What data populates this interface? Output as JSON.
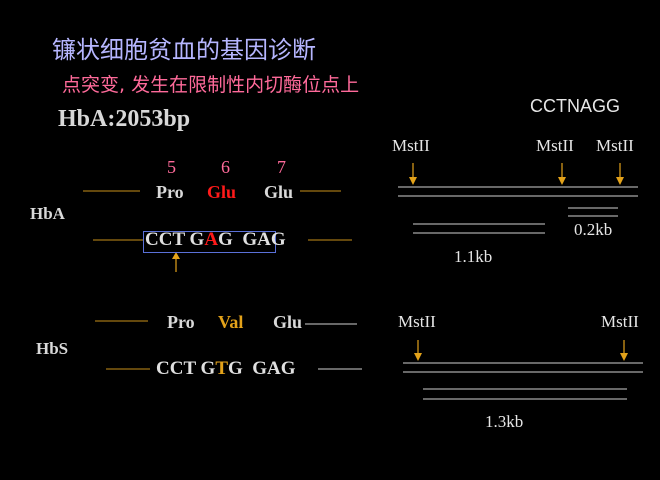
{
  "title": "镰状细胞贫血的基因诊断",
  "subtitle": "点突变, 发生在限制性内切酶位点上",
  "hba_size": "HbA:2053bp",
  "recognition_site": "CCTNAGG",
  "codon_numbers": [
    "5",
    "6",
    "7"
  ],
  "hba": {
    "label": "HbA",
    "aa": [
      "Pro",
      "Glu",
      "Glu"
    ],
    "seq": {
      "c1": "CCT",
      "c2a": "G",
      "c2b": "A",
      "c2c": "G",
      "c3": "GAG"
    }
  },
  "hbs": {
    "label": "HbS",
    "aa": [
      "Pro",
      "Val",
      "Glu"
    ],
    "seq": {
      "c1": "CCT",
      "c2a": "G",
      "c2b": "T",
      "c2c": "G",
      "c3": "GAG"
    }
  },
  "enzyme": "MstII",
  "fragments": {
    "hba_large": "1.1kb",
    "hba_small": "0.2kb",
    "hbs": "1.3kb"
  },
  "colors": {
    "mutant_a": "#ff1a1a",
    "mutant_t": "#e3a21a",
    "arrow": "#e3a21a",
    "line": "#d0d0d0",
    "box": "#5a70d8"
  }
}
